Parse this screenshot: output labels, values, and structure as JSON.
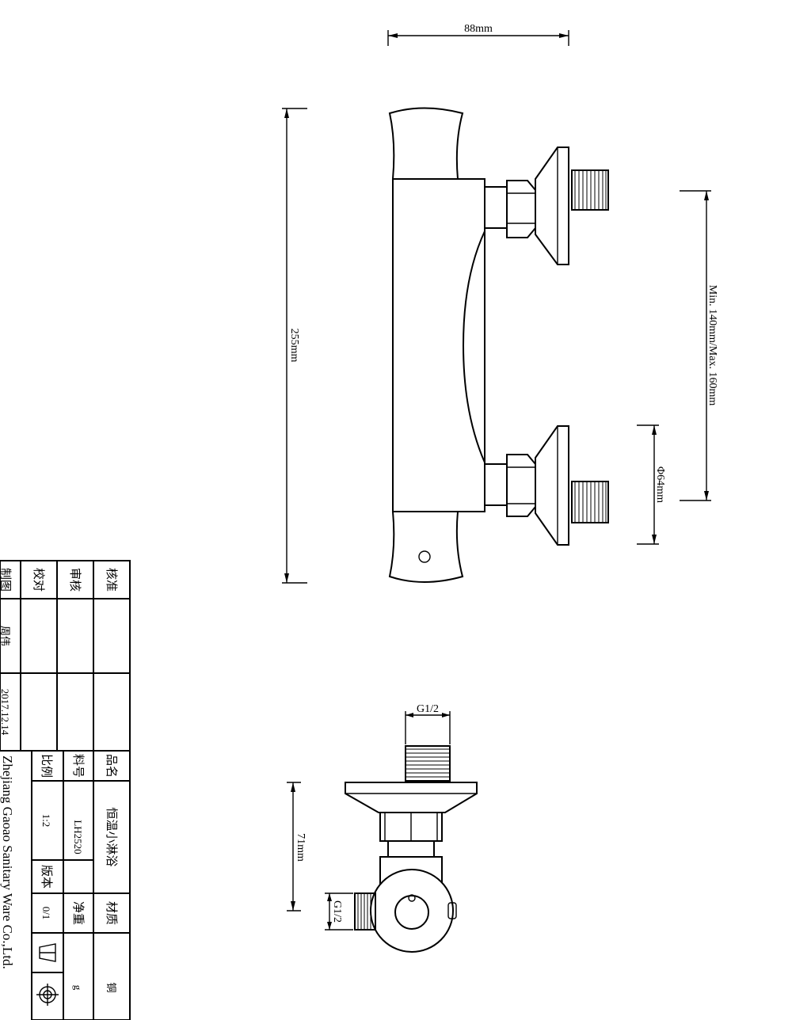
{
  "dimensions": {
    "width_88": "88mm",
    "height_255": "255mm",
    "spacing": "Min. 140mm/Max. 160mm",
    "diameter": "Φ64mm",
    "depth_71": "71mm",
    "thread_top": "G1/2",
    "thread_side": "G1/2"
  },
  "title_block": {
    "approve": "核准",
    "review": "审核",
    "check": "校对",
    "draw": "制图",
    "drawer_name": "周伟",
    "date": "2017.12.14",
    "product_name_label": "品名",
    "product_name": "恒温小淋浴",
    "part_no_label": "料号",
    "part_no": "LH2520",
    "scale_label": "比例",
    "scale": "1:2",
    "version_label": "版本",
    "version": "0/1",
    "material_label": "材质",
    "material": "铜",
    "net_weight_label": "净重",
    "net_weight": "g",
    "company": "Zhejiang Gaoao Sanitary Ware Co.,Ltd."
  }
}
